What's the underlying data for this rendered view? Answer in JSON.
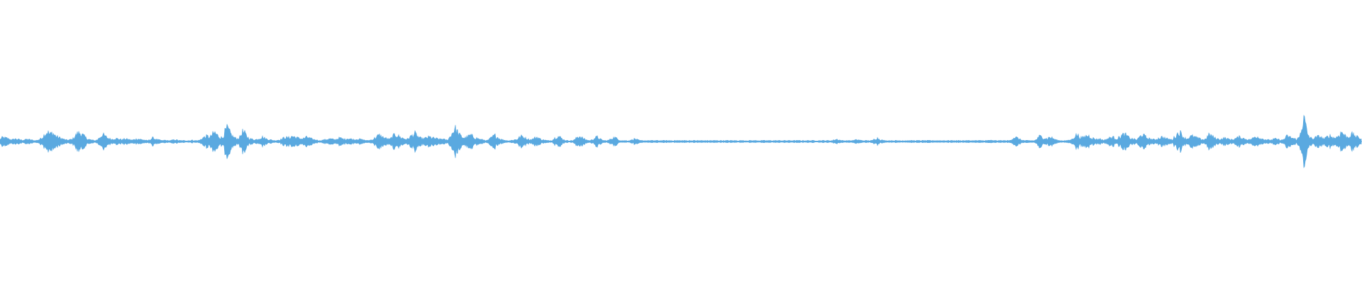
{
  "waveform": {
    "color": "#5aa9e0",
    "background": "#ffffff",
    "shape": "mirrored-amplitude-envelope",
    "peaks": [
      0.05,
      0.09,
      0.08,
      0.07,
      0.05,
      0.04,
      0.06,
      0.05,
      0.04,
      0.03,
      0.04,
      0.05,
      0.04,
      0.03,
      0.02,
      0.03,
      0.05,
      0.1,
      0.18,
      0.22,
      0.16,
      0.2,
      0.14,
      0.1,
      0.08,
      0.06,
      0.04,
      0.03,
      0.04,
      0.05,
      0.12,
      0.18,
      0.2,
      0.15,
      0.1,
      0.06,
      0.04,
      0.03,
      0.02,
      0.04,
      0.1,
      0.16,
      0.12,
      0.08,
      0.06,
      0.05,
      0.07,
      0.06,
      0.05,
      0.04,
      0.06,
      0.05,
      0.04,
      0.03,
      0.05,
      0.06,
      0.05,
      0.04,
      0.03,
      0.02,
      0.04,
      0.08,
      0.06,
      0.04,
      0.03,
      0.02,
      0.03,
      0.02,
      0.02,
      0.03,
      0.04,
      0.03,
      0.02,
      0.02,
      0.02,
      0.02,
      0.02,
      0.03,
      0.02,
      0.02,
      0.03,
      0.08,
      0.1,
      0.12,
      0.09,
      0.16,
      0.2,
      0.14,
      0.1,
      0.08,
      0.22,
      0.3,
      0.2,
      0.12,
      0.08,
      0.06,
      0.1,
      0.22,
      0.18,
      0.1,
      0.06,
      0.05,
      0.04,
      0.05,
      0.08,
      0.1,
      0.07,
      0.05,
      0.04,
      0.03,
      0.02,
      0.03,
      0.04,
      0.06,
      0.1,
      0.08,
      0.09,
      0.12,
      0.1,
      0.08,
      0.07,
      0.06,
      0.08,
      0.1,
      0.07,
      0.05,
      0.04,
      0.03,
      0.02,
      0.03,
      0.04,
      0.05,
      0.06,
      0.05,
      0.04,
      0.06,
      0.08,
      0.06,
      0.05,
      0.07,
      0.06,
      0.05,
      0.04,
      0.06,
      0.05,
      0.04,
      0.03,
      0.02,
      0.03,
      0.04,
      0.08,
      0.12,
      0.14,
      0.1,
      0.08,
      0.06,
      0.05,
      0.1,
      0.16,
      0.14,
      0.1,
      0.08,
      0.06,
      0.05,
      0.1,
      0.14,
      0.18,
      0.12,
      0.08,
      0.06,
      0.07,
      0.09,
      0.1,
      0.08,
      0.07,
      0.06,
      0.05,
      0.06,
      0.04,
      0.03,
      0.1,
      0.2,
      0.3,
      0.22,
      0.14,
      0.1,
      0.08,
      0.1,
      0.14,
      0.12,
      0.09,
      0.07,
      0.05,
      0.04,
      0.03,
      0.02,
      0.06,
      0.1,
      0.14,
      0.1,
      0.06,
      0.04,
      0.03,
      0.02,
      0.02,
      0.03,
      0.04,
      0.05,
      0.1,
      0.12,
      0.08,
      0.06,
      0.04,
      0.05,
      0.08,
      0.1,
      0.06,
      0.04,
      0.03,
      0.02,
      0.02,
      0.03,
      0.08,
      0.12,
      0.1,
      0.06,
      0.03,
      0.02,
      0.02,
      0.02,
      0.04,
      0.1,
      0.12,
      0.08,
      0.05,
      0.03,
      0.02,
      0.04,
      0.08,
      0.1,
      0.06,
      0.03,
      0.02,
      0.02,
      0.04,
      0.08,
      0.09,
      0.06,
      0.03,
      0.02,
      0.02,
      0.02,
      0.02,
      0.04,
      0.06,
      0.04,
      0.02,
      0.02,
      0.02,
      0.02,
      0.02,
      0.02,
      0.02,
      0.02,
      0.02,
      0.02,
      0.02,
      0.02,
      0.02,
      0.02,
      0.02,
      0.02,
      0.02,
      0.02,
      0.02,
      0.02,
      0.02,
      0.02,
      0.02,
      0.02,
      0.02,
      0.02,
      0.02,
      0.02,
      0.02,
      0.02,
      0.02,
      0.02,
      0.02,
      0.02,
      0.02,
      0.02,
      0.02,
      0.02,
      0.02,
      0.02,
      0.02,
      0.02,
      0.02,
      0.02,
      0.02,
      0.02,
      0.02,
      0.02,
      0.02,
      0.02,
      0.02,
      0.02,
      0.02,
      0.02,
      0.02,
      0.02,
      0.02,
      0.02,
      0.02,
      0.02,
      0.02,
      0.02,
      0.02,
      0.02,
      0.02,
      0.02,
      0.02,
      0.02,
      0.02,
      0.02,
      0.02,
      0.02,
      0.02,
      0.02,
      0.02,
      0.02,
      0.02,
      0.02,
      0.04,
      0.05,
      0.03,
      0.02,
      0.02,
      0.02,
      0.02,
      0.02,
      0.03,
      0.04,
      0.03,
      0.02,
      0.02,
      0.02,
      0.02,
      0.02,
      0.06,
      0.08,
      0.05,
      0.03,
      0.02,
      0.02,
      0.02,
      0.02,
      0.02,
      0.02,
      0.02,
      0.02,
      0.02,
      0.02,
      0.02,
      0.02,
      0.02,
      0.02,
      0.02,
      0.02,
      0.02,
      0.02,
      0.02,
      0.02,
      0.02,
      0.02,
      0.02,
      0.02,
      0.02,
      0.02,
      0.02,
      0.02,
      0.02,
      0.02,
      0.02,
      0.02,
      0.02,
      0.02,
      0.02,
      0.02,
      0.02,
      0.02,
      0.02,
      0.02,
      0.02,
      0.02,
      0.03,
      0.02,
      0.02,
      0.02,
      0.02,
      0.02,
      0.02,
      0.02,
      0.02,
      0.06,
      0.1,
      0.08,
      0.05,
      0.03,
      0.02,
      0.02,
      0.02,
      0.02,
      0.02,
      0.06,
      0.12,
      0.1,
      0.08,
      0.06,
      0.1,
      0.08,
      0.05,
      0.03,
      0.02,
      0.02,
      0.02,
      0.02,
      0.03,
      0.05,
      0.12,
      0.16,
      0.1,
      0.08,
      0.1,
      0.14,
      0.12,
      0.08,
      0.06,
      0.05,
      0.06,
      0.04,
      0.03,
      0.06,
      0.08,
      0.1,
      0.08,
      0.06,
      0.1,
      0.14,
      0.16,
      0.12,
      0.08,
      0.06,
      0.05,
      0.04,
      0.1,
      0.16,
      0.12,
      0.08,
      0.06,
      0.05,
      0.04,
      0.06,
      0.08,
      0.1,
      0.08,
      0.06,
      0.05,
      0.04,
      0.1,
      0.16,
      0.22,
      0.14,
      0.08,
      0.06,
      0.1,
      0.12,
      0.1,
      0.08,
      0.06,
      0.05,
      0.04,
      0.1,
      0.16,
      0.12,
      0.08,
      0.06,
      0.05,
      0.06,
      0.08,
      0.06,
      0.05,
      0.04,
      0.06,
      0.08,
      0.1,
      0.08,
      0.06,
      0.05,
      0.04,
      0.06,
      0.1,
      0.12,
      0.08,
      0.06,
      0.05,
      0.04,
      0.03,
      0.04,
      0.06,
      0.05,
      0.04,
      0.03,
      0.06,
      0.12,
      0.1,
      0.08,
      0.06,
      0.05,
      0.1,
      0.4,
      0.5,
      0.2,
      0.1,
      0.06,
      0.08,
      0.1,
      0.12,
      0.08,
      0.06,
      0.1,
      0.14,
      0.1,
      0.08,
      0.1,
      0.16,
      0.22,
      0.14,
      0.1,
      0.12,
      0.16,
      0.14,
      0.1,
      0.08,
      0.06
    ]
  }
}
